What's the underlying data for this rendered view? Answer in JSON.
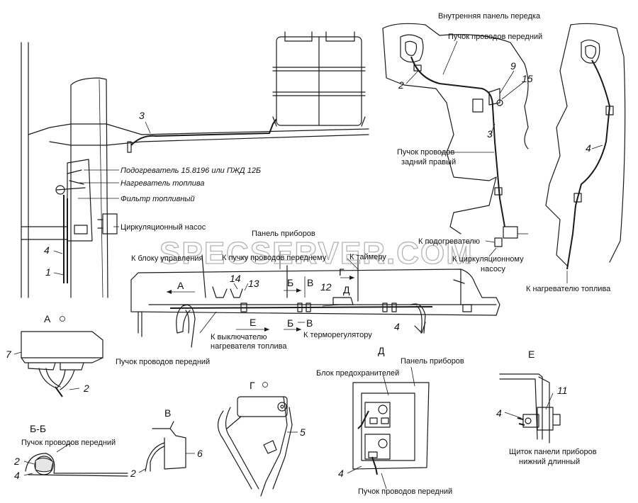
{
  "labels": {
    "inner_panel": "Внутренняя панель передка",
    "front_harness_top": "Пучок проводов передний",
    "rear_right_harness_1": "Пучок проводов",
    "rear_right_harness_2": "задний правый",
    "heater": "Подогреватель 15.8196 или ПЖД 12Б",
    "fuel_heater": "Нагреватель топлива",
    "fuel_filter": "Фильтр топливный",
    "circ_pump": "Циркуляционный насос",
    "to_heater": "К подогревателю",
    "to_circ_pump_1": "К циркуляционному",
    "to_circ_pump_2": "насосу",
    "to_fuel_heater": "К нагревателю топлива",
    "instrument_panel": "Панель приборов",
    "to_control_unit": "К блоку управления",
    "to_front_harness": "К пучку проводов переднему",
    "to_timer": "К таймеру",
    "to_switch_1": "К выключателю",
    "to_switch_2": "нагревателя топлива",
    "to_thermoreg": "К терморегулятору",
    "front_harness_mid": "Пучок проводов передний",
    "front_harness_bb": "Пучок проводов передний",
    "fuse_block": "Блок предохранителей",
    "instrument_panel_d": "Панель приборов",
    "front_harness_d": "Пучок проводов передний",
    "dash_panel_1": "Щиток панели приборов",
    "dash_panel_2": "нижний длинный",
    "watermark": "SPECSERVER.COM"
  },
  "sections": {
    "A": "А",
    "BB": "Б-Б",
    "V": "В",
    "G": "Г",
    "D": "Д",
    "E": "Е"
  },
  "callouts": {
    "n1": "1",
    "n2a": "2",
    "n2b": "2",
    "n2c": "2",
    "n2d": "2",
    "n3a": "3",
    "n3b": "3",
    "n4a": "4",
    "n4b": "4",
    "n4c": "4",
    "n4d": "4",
    "n4e": "4",
    "n4f": "4",
    "n5": "5",
    "n6": "6",
    "n7": "7",
    "n9": "9",
    "n11": "11",
    "n12": "12",
    "n13": "13",
    "n14": "14",
    "n15": "15"
  },
  "view_markers": {
    "A": "А",
    "B1": "Б",
    "B2": "Б",
    "V1": "В",
    "V2": "В",
    "G": "Г",
    "D": "Д",
    "E": "Е"
  }
}
